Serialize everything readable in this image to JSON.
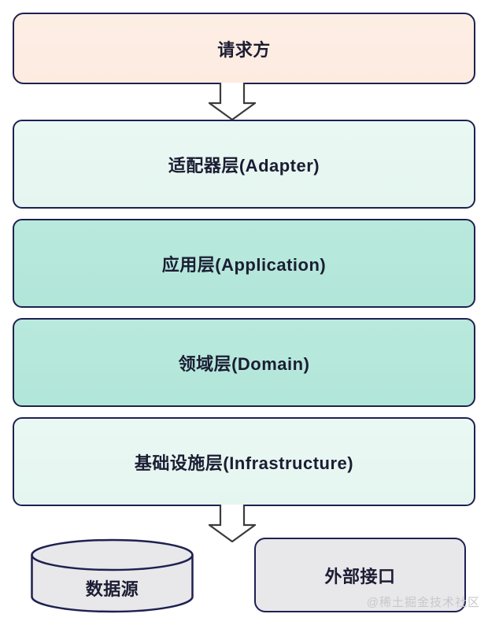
{
  "diagram": {
    "title_hint": "layered-architecture-flow",
    "requester": {
      "label": "请求方"
    },
    "layers": [
      {
        "id": "adapter",
        "label": "适配器层(Adapter)",
        "tone": "light"
      },
      {
        "id": "application",
        "label": "应用层(Application)",
        "tone": "strong"
      },
      {
        "id": "domain",
        "label": "领域层(Domain)",
        "tone": "strong"
      },
      {
        "id": "infrastructure",
        "label": "基础设施层(Infrastructure)",
        "tone": "light"
      }
    ],
    "datasource": {
      "label": "数据源",
      "shape": "cylinder-database-icon"
    },
    "external": {
      "label": "外部接口",
      "shape": "rounded-rectangle"
    },
    "arrows": [
      {
        "id": "requester-to-adapter",
        "direction": "down"
      },
      {
        "id": "infrastructure-to-bottom",
        "direction": "down"
      }
    ],
    "watermark": "@稀土掘金技术社区",
    "colors": {
      "border": "#1e2150",
      "ink": "#1b1d33",
      "peach": "#fdebe0",
      "mint": "#e5f5ef",
      "teal": "#b2e6d9",
      "gray": "#e8e7ea",
      "arrow_stroke": "#3b3b3b",
      "watermark": "#c9c7cc"
    }
  }
}
